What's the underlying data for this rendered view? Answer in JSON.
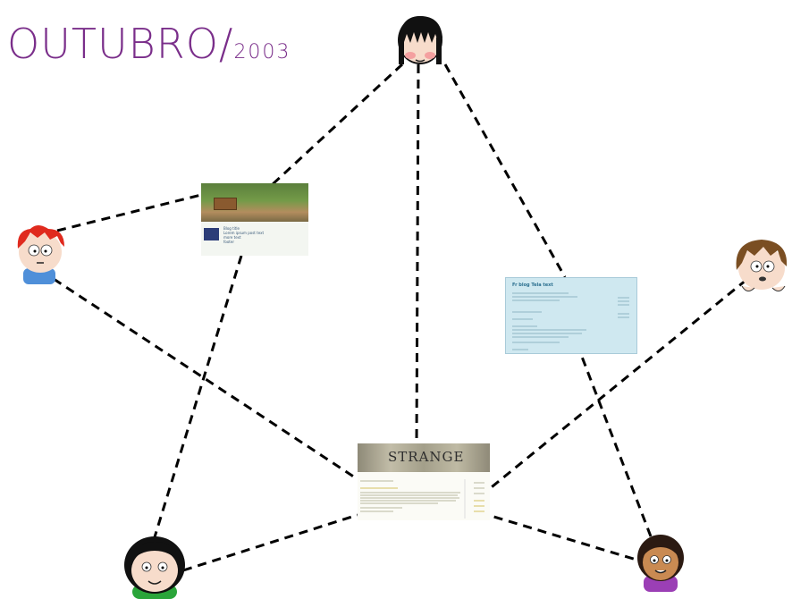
{
  "title": {
    "main": "OUTUBRO/",
    "year": "2003"
  },
  "colors": {
    "title": "#7a2e8a",
    "dashes": "#000000",
    "background": "#ffffff"
  },
  "avatars": [
    {
      "id": "top",
      "description": "girl with black hair and bangs"
    },
    {
      "id": "left",
      "description": "boy with red hair"
    },
    {
      "id": "right",
      "description": "boy with brown hair"
    },
    {
      "id": "bottom-left",
      "description": "girl with black hair, green shirt"
    },
    {
      "id": "bottom-right",
      "description": "girl with dark curly hair, purple shirt"
    }
  ],
  "thumbnails": [
    {
      "id": "blog-forest",
      "lines": [
        "Blog title",
        "Lorem ipsum post text",
        "more text",
        "footer"
      ]
    },
    {
      "id": "blog-blue",
      "header": "Fr blog Tela text",
      "lines": []
    },
    {
      "id": "blog-strange",
      "banner": "STRANGE",
      "lines": []
    }
  ]
}
